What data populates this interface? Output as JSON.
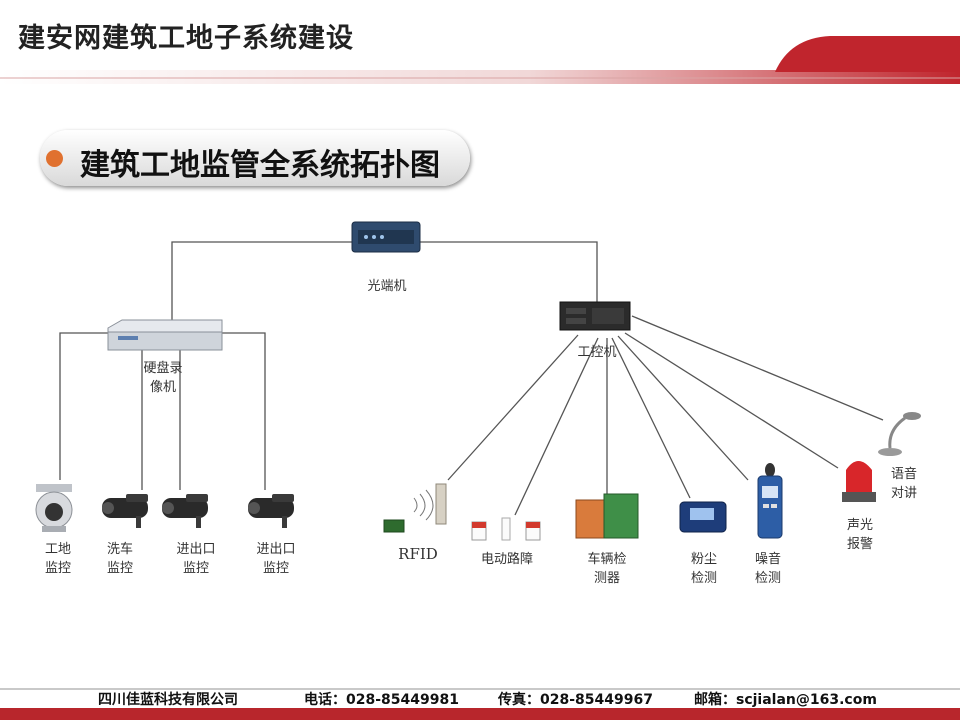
{
  "header": {
    "title": "建安网建筑工地子系统建设"
  },
  "section": {
    "title": "建筑工地监管全系统拓扑图"
  },
  "nodes": {
    "optical": "光端机",
    "dvr_line1": "硬盘录",
    "dvr_line2": "像机",
    "ipc": "工控机"
  },
  "cameras": [
    {
      "line1": "工地",
      "line2": "监控"
    },
    {
      "line1": "洗车",
      "line2": "监控"
    },
    {
      "line1": "进出口",
      "line2": "监控"
    },
    {
      "line1": "进出口",
      "line2": "监控"
    }
  ],
  "devices": {
    "rfid": "RFID",
    "barrier": "电动路障",
    "vehicle_1": "车辆检",
    "vehicle_2": "测器",
    "dust_1": "粉尘",
    "dust_2": "检测",
    "noise_1": "噪音",
    "noise_2": "检测",
    "alarm_1": "声光",
    "alarm_2": "报警",
    "intercom_1": "语音",
    "intercom_2": "对讲"
  },
  "footer": {
    "company": "四川佳蓝科技有限公司",
    "phone": "电话：028-85449981",
    "fax": "传真：028-85449967",
    "email": "邮箱：scjialan@163.com"
  },
  "colors": {
    "accent": "#b8262c",
    "bullet": "#e0712f"
  }
}
